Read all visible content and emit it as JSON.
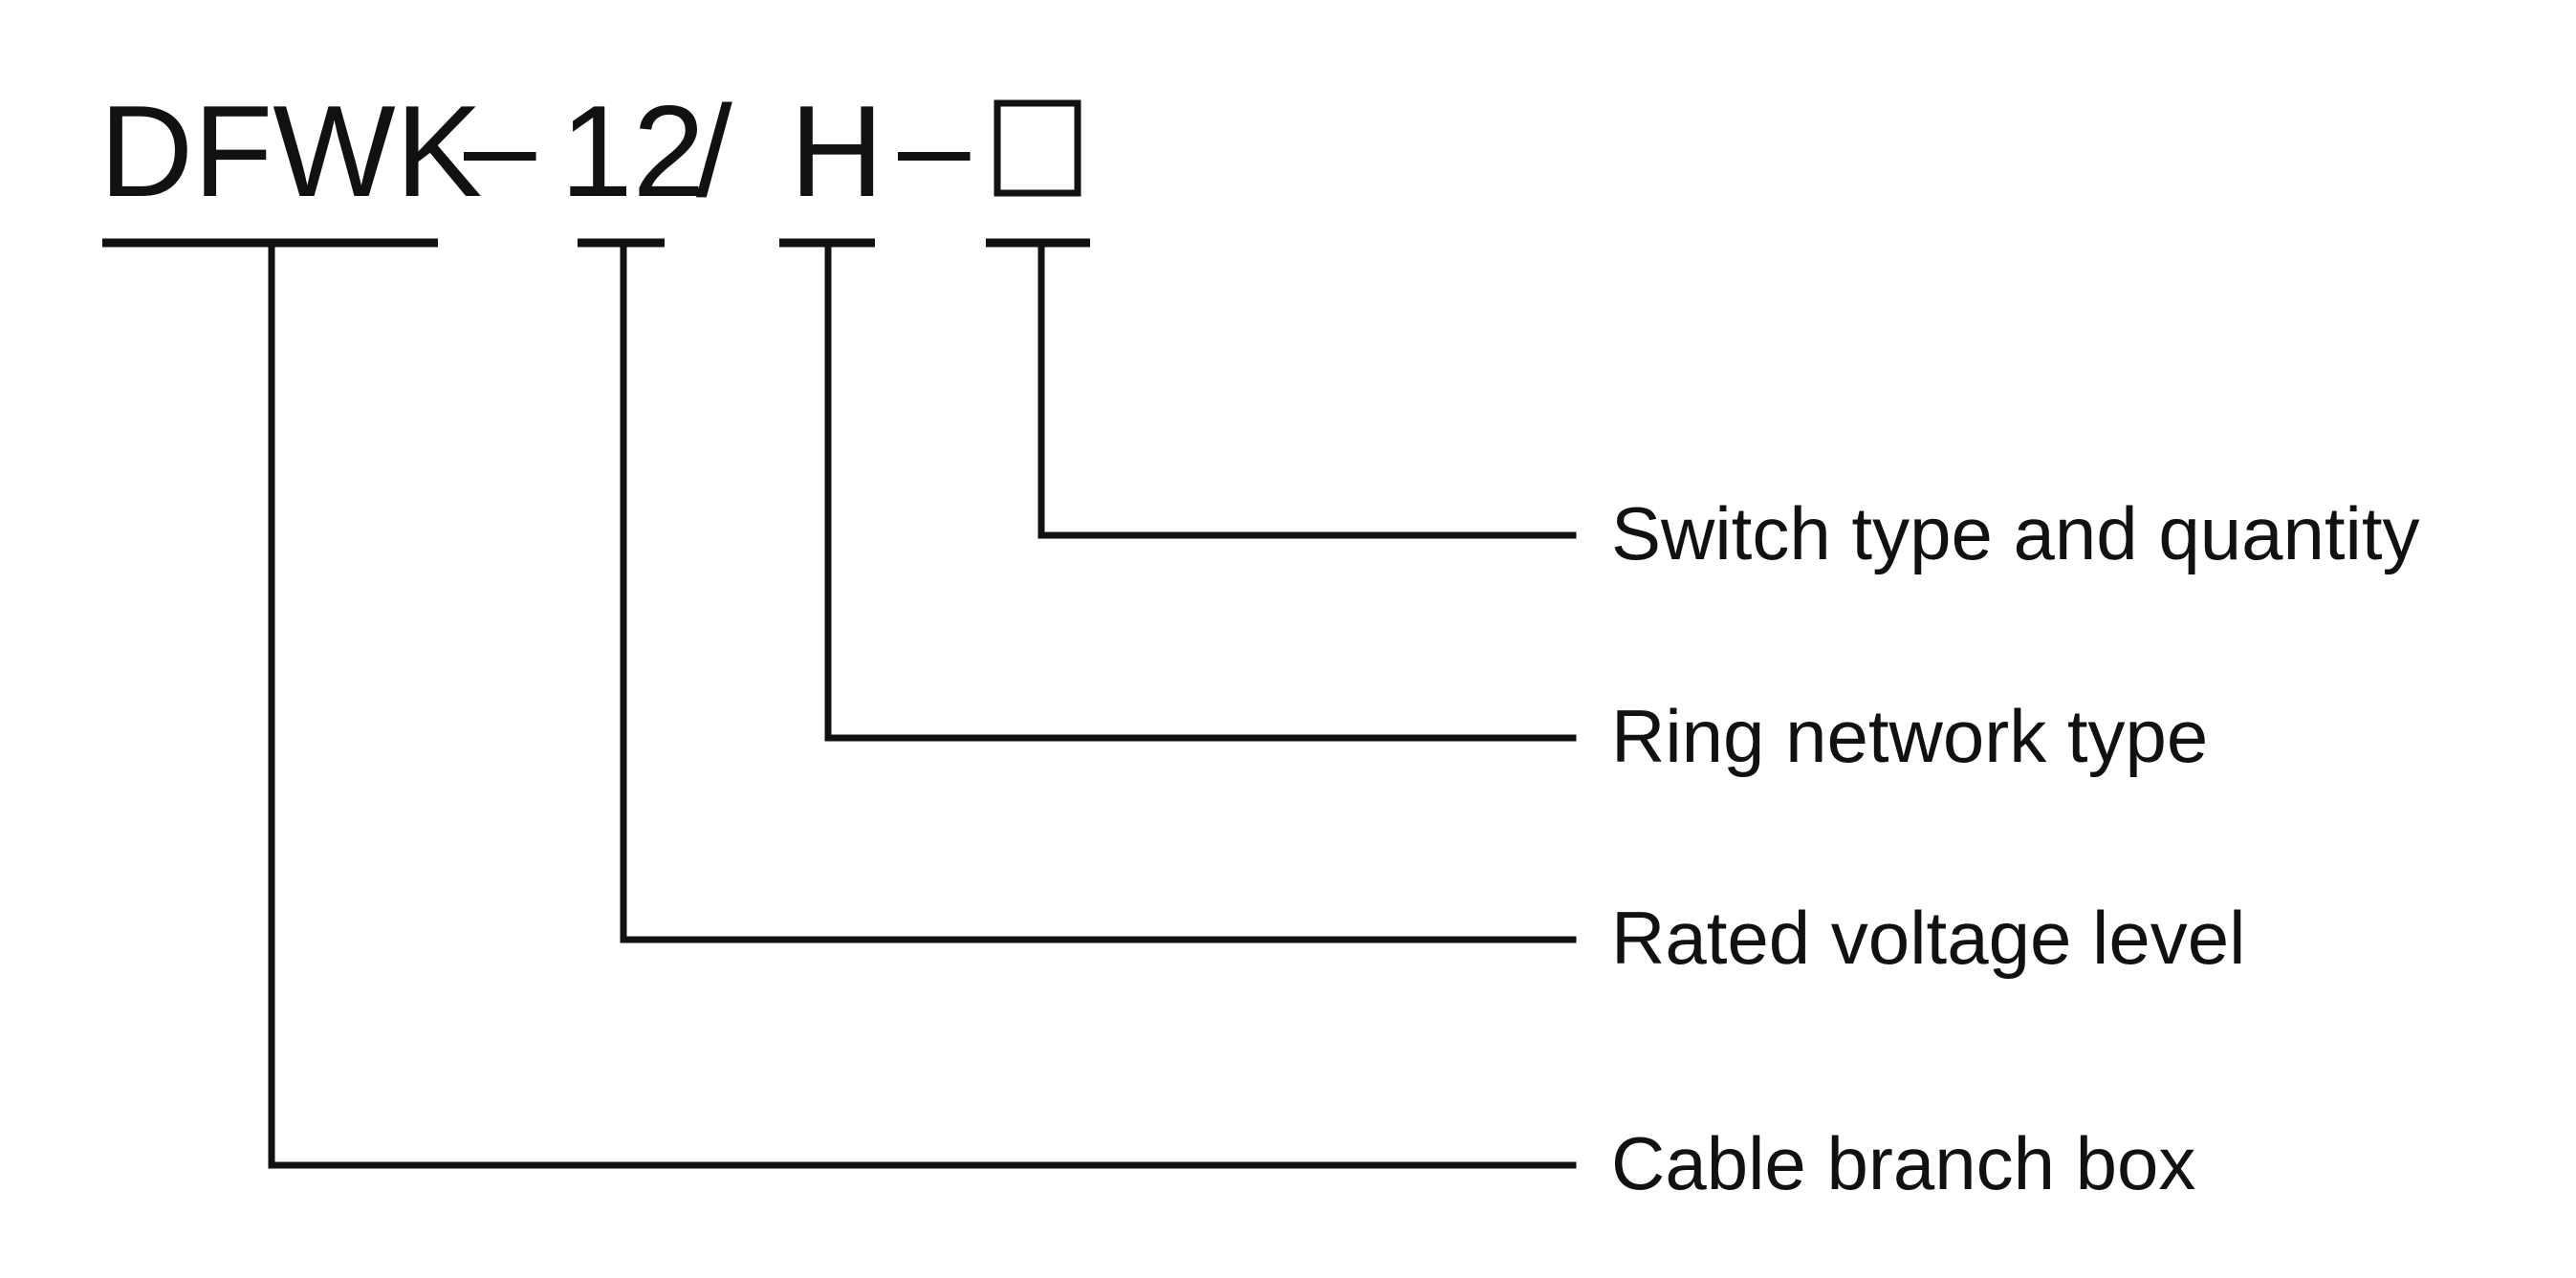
{
  "model_code": {
    "series": "DFWK",
    "separator_1": "–",
    "voltage": "12",
    "slash": "/",
    "type": "H",
    "separator_2": "–",
    "placeholder_symbol": "□"
  },
  "descriptions": {
    "switch": "Switch type and quantity",
    "ring_network": "Ring network type",
    "rated_voltage": "Rated voltage level",
    "cable_branch": "Cable branch box"
  }
}
